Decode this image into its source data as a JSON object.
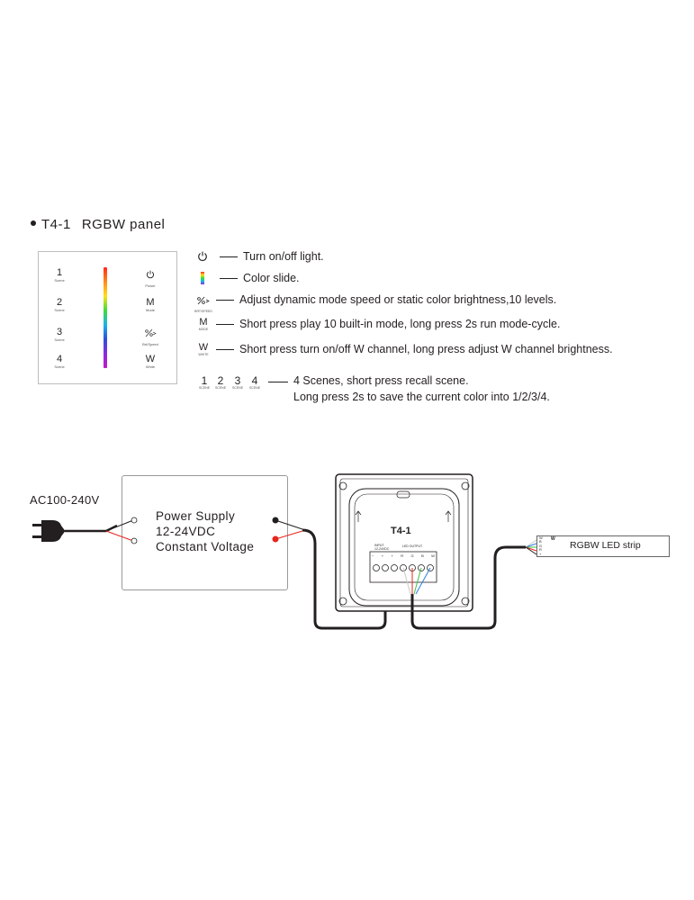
{
  "title": {
    "bullet": "•",
    "model": "T4-1",
    "name": "RGBW panel"
  },
  "panel": {
    "keys_left": [
      {
        "num": "1",
        "sub": "Scene"
      },
      {
        "num": "2",
        "sub": "Scene"
      },
      {
        "num": "3",
        "sub": "Scene"
      },
      {
        "num": "4",
        "sub": "Scene"
      }
    ],
    "keys_right": [
      {
        "num": "⏻",
        "sub": "Power"
      },
      {
        "num": "M",
        "sub": "Mode"
      },
      {
        "num": "%",
        "sub": "Brt/Speed"
      },
      {
        "num": "W",
        "sub": "White"
      }
    ]
  },
  "legend": [
    {
      "icon": "power-icon",
      "text": "Turn on/off light."
    },
    {
      "icon": "color-slide-icon",
      "text": "Color slide."
    },
    {
      "icon": "brt-speed-icon",
      "icon_sub": "BRT/SPEED",
      "text": "Adjust dynamic mode speed or static color brightness,10 levels."
    },
    {
      "icon": "mode-icon",
      "icon_key": "M",
      "icon_sub": "MODE",
      "text": "Short press play 10 built-in mode, long press 2s run mode-cycle."
    },
    {
      "icon": "white-icon",
      "icon_key": "W",
      "icon_sub": "WHITE",
      "text": "Short press turn on/off W channel, long press adjust W channel brightness."
    }
  ],
  "scenes": {
    "keys": [
      "1",
      "2",
      "3",
      "4"
    ],
    "sub": "SCENE",
    "line1": "4 Scenes, short press recall scene.",
    "line2": "Long press 2s to save the current color into 1/2/3/4."
  },
  "wiring": {
    "ac_label": "AC100-240V",
    "psu_line1": "Power Supply",
    "psu_line2": "12-24VDC",
    "psu_line3": "Constant Voltage",
    "controller_label": "T4-1",
    "input_label": "INPUT",
    "input_sub": "12-24VDC",
    "output_label": "LED OUTPUT",
    "terminal_signs": [
      "−",
      "+",
      "+",
      "R",
      "G",
      "B",
      "W"
    ],
    "strip_label": "RGBW LED strip",
    "strip_pins": [
      "W",
      "B",
      "G",
      "R",
      "+"
    ],
    "colors": {
      "red": "#e8251c",
      "green": "#3ebf4a",
      "blue": "#2b7de0",
      "white": "#c8c8c8",
      "black": "#231f20"
    }
  }
}
